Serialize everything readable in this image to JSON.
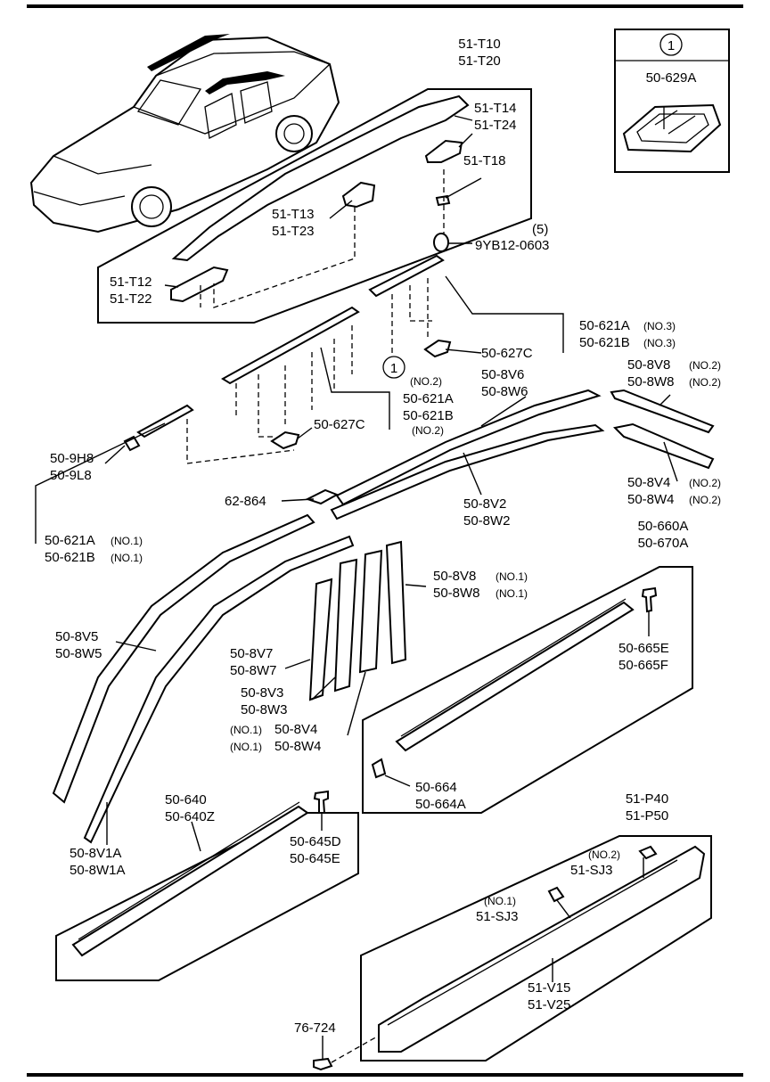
{
  "callout": {
    "ref": "1",
    "part": "50-629A"
  },
  "roof_rail": {
    "rail": [
      "51-T10",
      "51-T20"
    ],
    "cover_rear": [
      "51-T14",
      "51-T24"
    ],
    "clip": "51-T18",
    "cover_mid": [
      "51-T13",
      "51-T23"
    ],
    "nut": "9YB12-0603",
    "nut_qty": "(5)",
    "cover_front": [
      "51-T12",
      "51-T22"
    ]
  },
  "roof_molding": {
    "no3": [
      "50-621A",
      "50-621B"
    ],
    "no3_tag": "(NO.3)",
    "no3_clip": "50-627C",
    "callout_ref": "1",
    "no2": [
      "50-621A",
      "50-621B"
    ],
    "no2_tag": "(NO.2)",
    "no2_clip": "50-627C",
    "end_piece": [
      "50-9H8",
      "50-9L8"
    ],
    "no1": [
      "50-621A",
      "50-621B"
    ],
    "no1_tag": "(NO.1)"
  },
  "door_molding": {
    "upper_rear": [
      "50-8V6",
      "50-8W6"
    ],
    "rear_quarter_no2": [
      "50-8V8",
      "50-8W8"
    ],
    "tag_no2": "(NO.2)",
    "rear_lower_no2": [
      "50-8V4",
      "50-8W4"
    ],
    "front_rear_join": [
      "50-8V2",
      "50-8W2"
    ],
    "seal": "62-864",
    "pillar_no1": [
      "50-8V8",
      "50-8W8"
    ],
    "tag_no1": "(NO.1)",
    "front_outer": [
      "50-8V5",
      "50-8W5"
    ],
    "pillar_a": [
      "50-8V7",
      "50-8W7"
    ],
    "pillar_b": [
      "50-8V3",
      "50-8W3"
    ],
    "pillar_c": [
      "50-8V4",
      "50-8W4"
    ],
    "front_inner": [
      "50-8V1A",
      "50-8W1A"
    ]
  },
  "rear_door_garnish": {
    "garnish": [
      "50-660A",
      "50-670A"
    ],
    "fastener": [
      "50-665E",
      "50-665F"
    ],
    "clip": [
      "50-664",
      "50-664A"
    ]
  },
  "front_door_garnish": {
    "garnish": [
      "50-640",
      "50-640Z"
    ],
    "fastener": [
      "50-645D",
      "50-645E"
    ]
  },
  "side_sill": {
    "garnish_set": [
      "51-P40",
      "51-P50"
    ],
    "clip_no2_tag": "(NO.2)",
    "clip_no2": "51-SJ3",
    "clip_no1_tag": "(NO.1)",
    "clip_no1": "51-SJ3",
    "sill": [
      "51-V15",
      "51-V25"
    ],
    "screw": "76-724"
  }
}
